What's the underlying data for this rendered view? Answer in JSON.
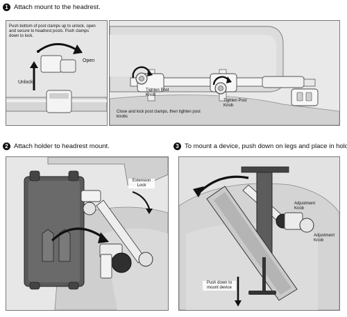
{
  "steps": [
    {
      "number": "1",
      "title": "Attach mount to the headrest."
    },
    {
      "number": "2",
      "title": "Attach holder to headrest mount."
    },
    {
      "number": "3",
      "title": "To mount a device, push down on legs and place in holder."
    }
  ],
  "step1": {
    "instruction": "Push bottom of post clamps up to unlock, open and secure to headrest posts. Push clamps down to lock.",
    "open_label": "Open",
    "unlock_label": "Unlock",
    "tighten_knob_left": "Tighten Post Knob",
    "tighten_knob_right": "Tighten Post Knob",
    "close_instruction": "Close and lock post clamps, then tighten post knobs"
  },
  "step2": {
    "extension_lock_label": "Extension Lock"
  },
  "step3": {
    "adjustment_knob_top": "Adjustment Knob",
    "adjustment_knob_bottom": "Adjustment Knob",
    "push_down_label": "Push down to mount device"
  }
}
